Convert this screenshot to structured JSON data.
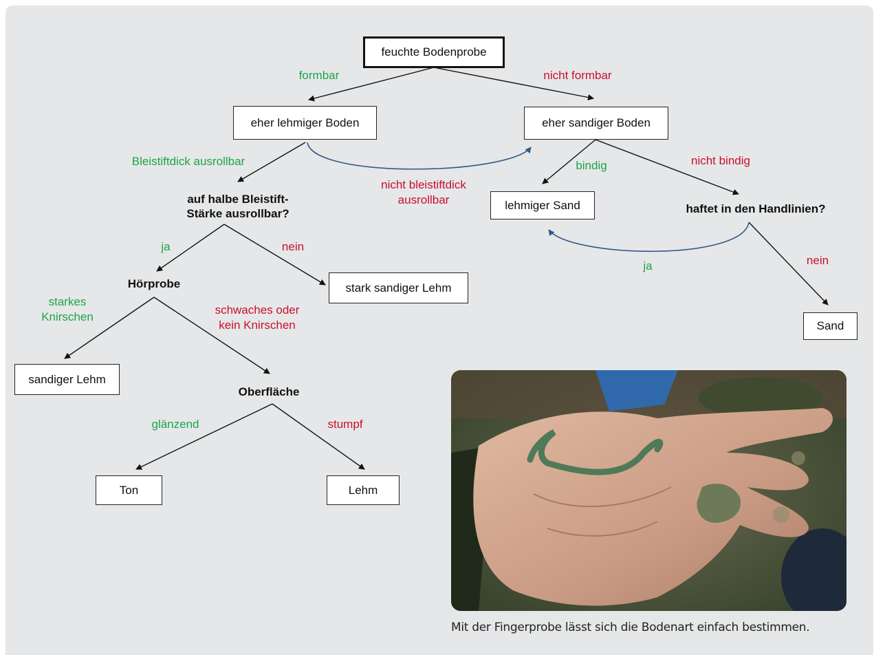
{
  "nodes": {
    "root": "feuchte Bodenprobe",
    "lehmig_boden": "eher lehmiger Boden",
    "sandig_boden": "eher sandiger Boden",
    "lehmiger_sand": "lehmiger Sand",
    "stark_sandiger_lehm": "stark sandiger Lehm",
    "sandiger_lehm": "sandiger Lehm",
    "ton": "Ton",
    "lehm": "Lehm",
    "sand": "Sand"
  },
  "questions": {
    "bleistift_1": "auf halbe Bleistift-",
    "bleistift_2": "Stärke ausrollbar?",
    "hoerprobe": "Hörprobe",
    "oberflaeche": "Oberfläche",
    "handlinien": "haftet in den Handlinien?"
  },
  "edge_labels": {
    "formbar": "formbar",
    "nicht_formbar": "nicht formbar",
    "bleistiftdick": "Bleistiftdick ausrollbar",
    "nicht_bleistiftdick_1": "nicht bleistiftdick",
    "nicht_bleistiftdick_2": "ausrollbar",
    "bindig": "bindig",
    "nicht_bindig": "nicht bindig",
    "ja_left": "ja",
    "nein_left": "nein",
    "starkes_1": "starkes",
    "starkes_2": "Knirschen",
    "schwaches_1": "schwaches oder",
    "schwaches_2": "kein Knirschen",
    "glaenzend": "glänzend",
    "stumpf": "stumpf",
    "ja_right": "ja",
    "nein_right": "nein"
  },
  "photo": {
    "caption": "Mit der Fingerprobe lässt sich die Bodenart einfach bestimmen."
  },
  "colors": {
    "positive": "#1aa54a",
    "negative": "#c8102e",
    "curved_arrow": "#2f5a86",
    "background": "#e6e7e8"
  }
}
